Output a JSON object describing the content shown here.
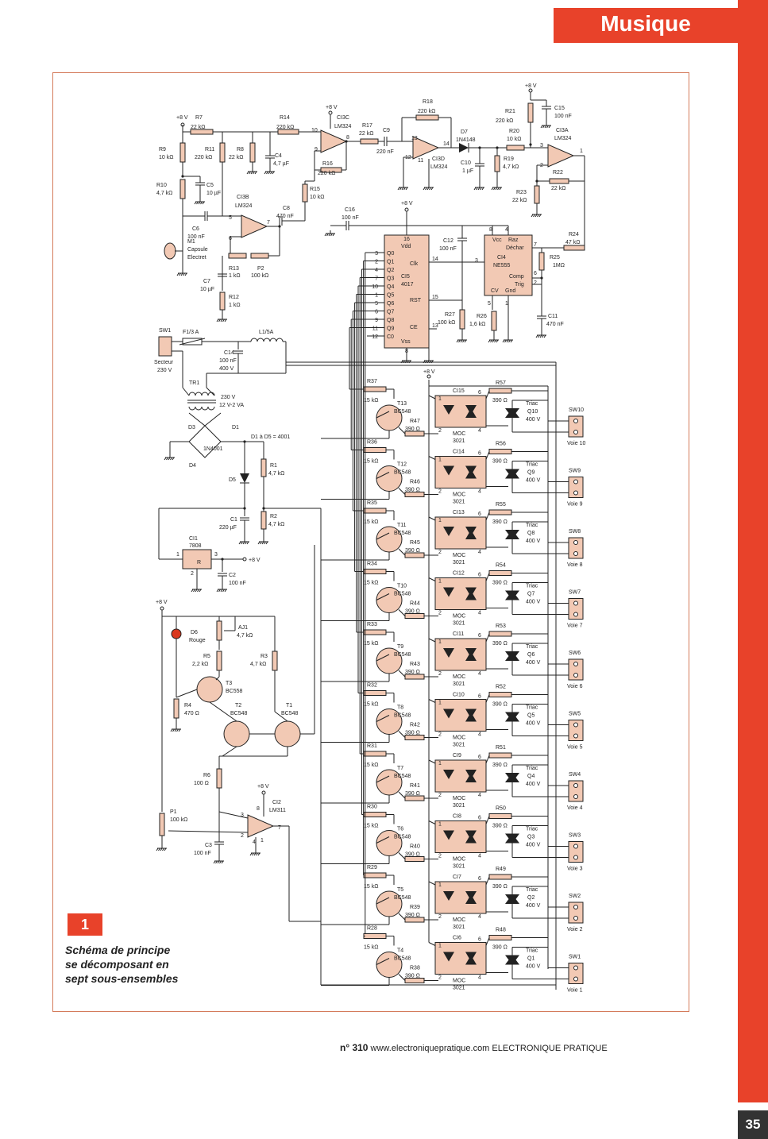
{
  "header": {
    "title": "Musique"
  },
  "figure": {
    "number": "1",
    "caption_line1": "Schéma de principe",
    "caption_line2": "se décomposant en",
    "caption_line3": "sept sous-ensembles"
  },
  "footer": {
    "issue": "n° 310",
    "url": "www.electroniquepratique.com",
    "brand": "ELECTRONIQUE PRATIQUE"
  },
  "page_number": "35",
  "colors": {
    "accent": "#e8422a",
    "component": "#f2c9b4",
    "wire": "#222222"
  },
  "labels": {
    "r7": "R7",
    "r7v": "22 kΩ",
    "r9": "R9",
    "r9v": "10 kΩ",
    "r10": "R10",
    "r10v": "4,7 kΩ",
    "r11": "R11",
    "r11v": "220 kΩ",
    "r8": "R8",
    "r8v": "22 kΩ",
    "c4": "C4",
    "c4v": "4,7 µF",
    "c5": "C5",
    "c5v": "10 µF",
    "c6": "C6",
    "c6v": "100 nF",
    "m1": "M1",
    "m1a": "Capsule",
    "m1b": "Electret",
    "ci3b": "CI3B",
    "ci3bv": "LM324",
    "r13": "R13",
    "r13v": "1 kΩ",
    "p2": "P2",
    "p2v": "100 kΩ",
    "c7": "C7",
    "c7v": "10 µF",
    "r12": "R12",
    "r12v": "1 kΩ",
    "r14": "R14",
    "r14v": "220 kΩ",
    "ci3c": "CI3C",
    "ci3cv": "LM324",
    "r16": "R16",
    "r16v": "220 kΩ",
    "r15": "R15",
    "r15v": "10 kΩ",
    "c8": "C8",
    "c8v": "470 nF",
    "r17": "R17",
    "r17v": "22 kΩ",
    "c9": "C9",
    "c9v": "220 nF",
    "r18": "R18",
    "r18v": "220 kΩ",
    "ci3d": "CI3D",
    "ci3dv": "LM324",
    "d7": "D7",
    "d7v": "1N4148",
    "c10": "C10",
    "c10v": "1 µF",
    "r19": "R19",
    "r19v": "4,7 kΩ",
    "r21": "R21",
    "r21v": "220 kΩ",
    "c15": "C15",
    "c15v": "100 nF",
    "r20": "R20",
    "r20v": "10 kΩ",
    "ci3a": "CI3A",
    "ci3av": "LM324",
    "r22": "R22",
    "r22v": "22 kΩ",
    "r23": "R23",
    "r23v": "22 kΩ",
    "c16": "C16",
    "c16v": "100 nF",
    "ci5": "CI5",
    "ci5v": "4017",
    "c12": "C12",
    "c12v": "100 nF",
    "ci4": "CI4",
    "ci4v": "NE555",
    "r24": "R24",
    "r24v": "47 kΩ",
    "r25": "R25",
    "r25v": "1MΩ",
    "r27": "R27",
    "r27v": "100 kΩ",
    "r26": "R26",
    "r26v": "1,6 kΩ",
    "c11": "C11",
    "c11v": "470 nF",
    "plus8": "+8 V",
    "sw1": "SW1",
    "secteur": "Secteur",
    "secteur_v": "230 V",
    "f1": "F1/3 A",
    "l1": "L1/5A",
    "c14": "C14",
    "c14v": "100 nF",
    "c14v2": "400 V",
    "tr1": "TR1",
    "tr1a": "230 V",
    "tr1b": "12 V-2 VA",
    "d3": "D3",
    "d1": "D1",
    "d4": "D4",
    "bridge": "1N4001",
    "d1d5": "D1 à D5 = 4001",
    "r1": "R1",
    "r1v": "4,7 kΩ",
    "d5": "D5",
    "c1": "C1",
    "c1v": "220 µF",
    "r2": "R2",
    "r2v": "4,7 kΩ",
    "ci1": "CI1",
    "ci1v": "7808",
    "c2": "C2",
    "c2v": "100 nF",
    "d6": "D6",
    "d6v": "Rouge",
    "aj1": "AJ1",
    "aj1v": "4,7 kΩ",
    "r5": "R5",
    "r5v": "2,2 kΩ",
    "r3": "R3",
    "r3v": "4,7 kΩ",
    "t3": "T3",
    "t3v": "BC558",
    "r4": "R4",
    "r4v": "470 Ω",
    "t2": "T2",
    "t2v": "BC548",
    "t1": "T1",
    "t1v": "BC548",
    "r6": "R6",
    "r6v": "100 Ω",
    "ci2": "CI2",
    "ci2v": "LM311",
    "p1": "P1",
    "p1v": "100 kΩ",
    "c3": "C3",
    "c3v": "100 nF",
    "moc": "MOC",
    "mocv": "3021",
    "triac": "Triac",
    "triacv": "400 V",
    "bc548": "BC548",
    "r15k": "15 kΩ",
    "r390": "390 Ω"
  },
  "channels": [
    {
      "rb": "R37",
      "t": "T13",
      "r": "R47",
      "ci": "CI15",
      "rr": "R57",
      "q": "Q10",
      "sw": "SW10",
      "voie": "Voie 10"
    },
    {
      "rb": "R36",
      "t": "T12",
      "r": "R46",
      "ci": "CI14",
      "rr": "R56",
      "q": "Q9",
      "sw": "SW9",
      "voie": "Voie 9"
    },
    {
      "rb": "R35",
      "t": "T11",
      "r": "R45",
      "ci": "CI13",
      "rr": "R55",
      "q": "Q8",
      "sw": "SW8",
      "voie": "Voie 8"
    },
    {
      "rb": "R34",
      "t": "T10",
      "r": "R44",
      "ci": "CI12",
      "rr": "R54",
      "q": "Q7",
      "sw": "SW7",
      "voie": "Voie 7"
    },
    {
      "rb": "R33",
      "t": "T9",
      "r": "R43",
      "ci": "CI11",
      "rr": "R53",
      "q": "Q6",
      "sw": "SW6",
      "voie": "Voie 6"
    },
    {
      "rb": "R32",
      "t": "T8",
      "r": "R42",
      "ci": "CI10",
      "rr": "R52",
      "q": "Q5",
      "sw": "SW5",
      "voie": "Voie 5"
    },
    {
      "rb": "R31",
      "t": "T7",
      "r": "R41",
      "ci": "CI9",
      "rr": "R51",
      "q": "Q4",
      "sw": "SW4",
      "voie": "Voie 4"
    },
    {
      "rb": "R30",
      "t": "T6",
      "r": "R40",
      "ci": "CI8",
      "rr": "R50",
      "q": "Q3",
      "sw": "SW3",
      "voie": "Voie 3"
    },
    {
      "rb": "R29",
      "t": "T5",
      "r": "R39",
      "ci": "CI7",
      "rr": "R49",
      "q": "Q2",
      "sw": "SW2",
      "voie": "Voie 2"
    },
    {
      "rb": "R28",
      "t": "T4",
      "r": "R38",
      "ci": "CI6",
      "rr": "R48",
      "q": "Q1",
      "sw": "SW1",
      "voie": "Voie 1"
    }
  ],
  "cd4017_pins": [
    "Q0",
    "Q1",
    "Q2",
    "Q3",
    "Q4",
    "Q5",
    "Q6",
    "Q7",
    "Q8",
    "Q9",
    "C0"
  ],
  "cd4017_nums": [
    "3",
    "2",
    "4",
    "7",
    "10",
    "1",
    "5",
    "6",
    "9",
    "11",
    "12"
  ]
}
